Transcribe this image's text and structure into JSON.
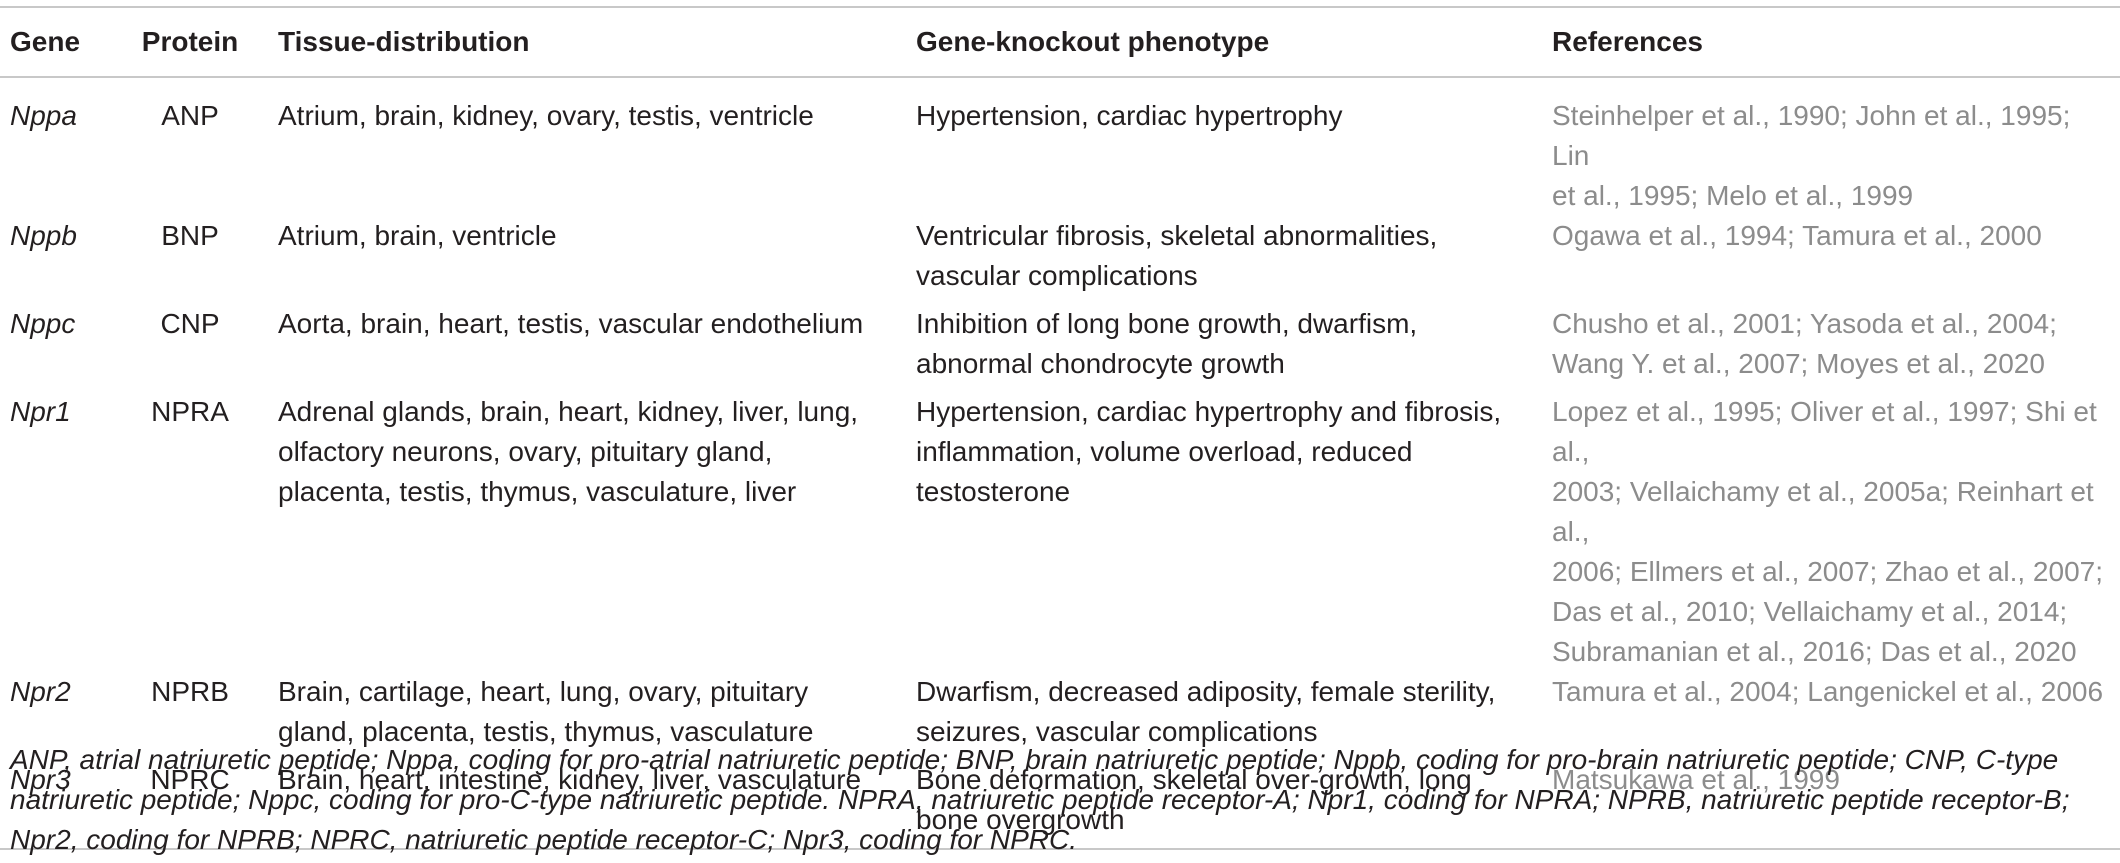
{
  "headers": {
    "gene": "Gene",
    "protein": "Protein",
    "tissue": "Tissue-distribution",
    "phenotype": "Gene-knockout phenotype",
    "references": "References"
  },
  "rows": [
    {
      "gene": "Nppa",
      "protein": "ANP",
      "tissue": [
        "Atrium, brain, kidney, ovary, testis, ventricle"
      ],
      "phenotype": [
        "Hypertension, cardiac hypertrophy"
      ],
      "references": [
        "Steinhelper et al., 1990; John et al., 1995; Lin",
        "et al., 1995; Melo et al., 1999"
      ]
    },
    {
      "gene": "Nppb",
      "protein": "BNP",
      "tissue": [
        "Atrium, brain, ventricle"
      ],
      "phenotype": [
        "Ventricular fibrosis, skeletal abnormalities,",
        "vascular complications"
      ],
      "references": [
        "Ogawa et al., 1994; Tamura et al., 2000"
      ]
    },
    {
      "gene": "Nppc",
      "protein": "CNP",
      "tissue": [
        "Aorta, brain, heart, testis, vascular endothelium"
      ],
      "phenotype": [
        "Inhibition of long bone growth, dwarfism,",
        "abnormal chondrocyte growth"
      ],
      "references": [
        "Chusho et al., 2001; Yasoda et al., 2004;",
        "Wang Y. et al., 2007; Moyes et al., 2020"
      ]
    },
    {
      "gene": "Npr1",
      "protein": "NPRA",
      "tissue": [
        "Adrenal glands, brain, heart, kidney, liver, lung,",
        "olfactory neurons, ovary, pituitary gland,",
        "placenta, testis, thymus, vasculature, liver"
      ],
      "phenotype": [
        "Hypertension, cardiac hypertrophy and fibrosis,",
        "inflammation, volume overload, reduced",
        "testosterone"
      ],
      "references": [
        "Lopez et al., 1995; Oliver et al., 1997; Shi et al.,",
        "2003; Vellaichamy et al., 2005a; Reinhart et al.,",
        "2006; Ellmers et al., 2007; Zhao et al., 2007;",
        "Das et al., 2010; Vellaichamy et al., 2014;",
        "Subramanian et al., 2016; Das et al., 2020"
      ]
    },
    {
      "gene": "Npr2",
      "protein": "NPRB",
      "tissue": [
        "Brain, cartilage, heart, lung, ovary, pituitary",
        "gland, placenta, testis, thymus, vasculature"
      ],
      "phenotype": [
        "Dwarfism, decreased adiposity, female sterility,",
        "seizures, vascular complications"
      ],
      "references": [
        "Tamura et al., 2004; Langenickel et al., 2006"
      ]
    },
    {
      "gene": "Npr3",
      "protein": "NPRC",
      "tissue": [
        "Brain, heart, intestine, kidney, liver, vasculature"
      ],
      "phenotype": [
        "Bone deformation, skeletal over-growth, long",
        "bone overgrowth"
      ],
      "references": [
        "Matsukawa et al., 1999"
      ]
    }
  ],
  "footnote": [
    "ANP, atrial natriuretic peptide; Nppa, coding for pro-atrial natriuretic peptide; BNP, brain natriuretic peptide; Nppb, coding for pro-brain natriuretic peptide; CNP, C-type",
    "natriuretic peptide; Nppc, coding for pro-C-type natriuretic peptide. NPRA, natriuretic peptide receptor-A; Npr1, coding for NPRA; NPRB, natriuretic peptide receptor-B;",
    "Npr2, coding for NPRB; NPRC, natriuretic peptide receptor-C; Npr3, coding for NPRC."
  ]
}
